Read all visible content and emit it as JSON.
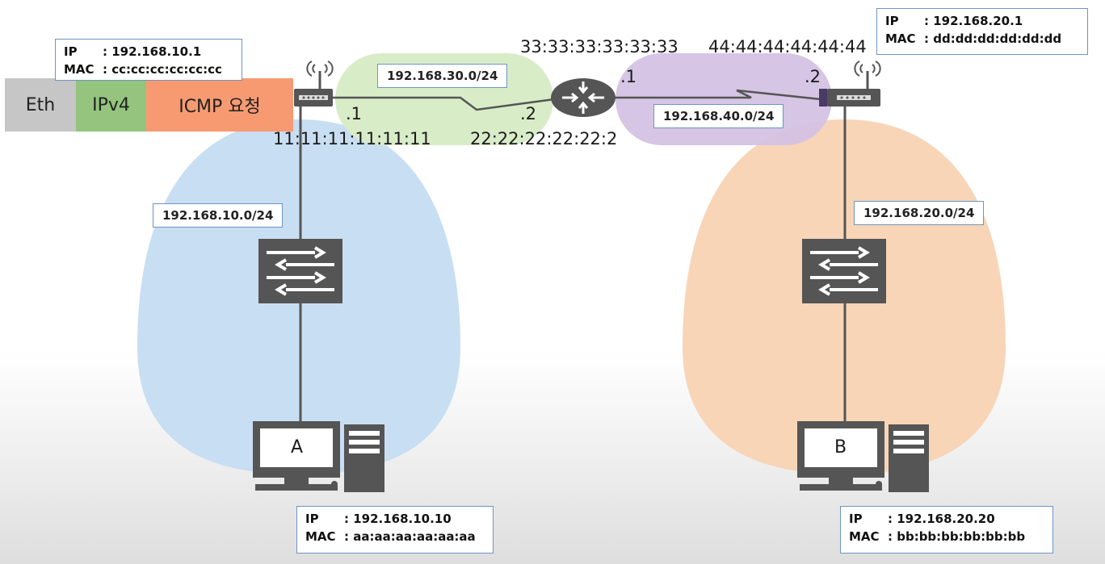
{
  "packet": {
    "eth": "Eth",
    "ipv4": "IPv4",
    "icmp": "ICMP 요청"
  },
  "router_left_info": {
    "ip_label": "IP",
    "ip_value": ": 192.168.10.1",
    "mac_label": "MAC",
    "mac_value": ": cc:cc:cc:cc:cc:cc"
  },
  "router_right_info": {
    "ip_label": "IP",
    "ip_value": ": 192.168.20.1",
    "mac_label": "MAC",
    "mac_value": ": dd:dd:dd:dd:dd:dd"
  },
  "host_a_info": {
    "ip_label": "IP",
    "ip_value": ": 192.168.10.10",
    "mac_label": "MAC",
    "mac_value": ": aa:aa:aa:aa:aa:aa"
  },
  "host_b_info": {
    "ip_label": "IP",
    "ip_value": ": 192.168.20.20",
    "mac_label": "MAC",
    "mac_value": ": bb:bb:bb:bb:bb:bb"
  },
  "networks": {
    "net_10": "192.168.10.0/24",
    "net_20": "192.168.20.0/24",
    "net_30": "192.168.30.0/24",
    "net_40": "192.168.40.0/24"
  },
  "interfaces": {
    "r1_if_suffix": ".1",
    "r1_mac": "11:11:11:11:11:11",
    "r2_left_suffix": ".2",
    "r2_left_mac": "22:22:22:22:22:2",
    "r2_right_suffix": ".1",
    "r2_right_mac": "33:33:33:33:33:33",
    "r3_if_suffix": ".2",
    "r3_mac": "44:44:44:44:44:44"
  },
  "hosts": {
    "a": "A",
    "b": "B"
  },
  "colors": {
    "zone_a": "#c5dcf1",
    "zone_b": "#f8d3b3",
    "zone_30": "#d8ecc8",
    "zone_40": "#d4c2e4",
    "device": "#555555",
    "link": "#555555",
    "border": "#6d95c4"
  },
  "icons": [
    "wifi-router-icon",
    "core-router-icon",
    "switch-icon",
    "computer-icon",
    "tower-icon"
  ]
}
